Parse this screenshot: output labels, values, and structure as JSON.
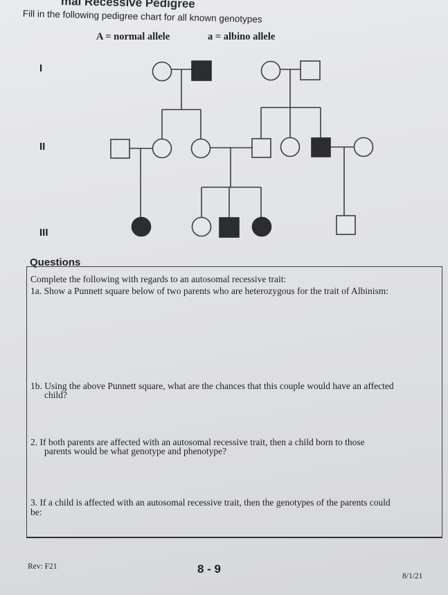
{
  "header": {
    "title": "mal Recessive Pedigree",
    "instruction": "Fill in the following pedigree chart for all known genotypes",
    "allele_normal": "A = normal allele",
    "allele_albino": "a = albino allele"
  },
  "generations": [
    "I",
    "II",
    "III"
  ],
  "questions": {
    "heading": "Questions",
    "intro": "Complete the following with regards to an autosomal recessive trait:",
    "q1a": "1a. Show a Punnett square below of two parents who are heterozygous for the trait of Albinism:",
    "q1b_line1": "1b. Using the above Punnett square, what are the chances that this couple would have an affected",
    "q1b_line2": "child?",
    "q2_line1": "2.  If both parents are affected with an autosomal recessive trait, then a child born to those",
    "q2_line2": "parents would be what genotype and phenotype?",
    "q3_line1": "3. If a child is affected with an autosomal recessive trait, then the genotypes of the parents could",
    "q3_line2": "be:"
  },
  "footer": {
    "revision": "Rev: F21",
    "page_number": "8 - 9",
    "date": "8/1/21"
  },
  "colors": {
    "affected": "#2b2d31",
    "line": "#3a3c40"
  }
}
